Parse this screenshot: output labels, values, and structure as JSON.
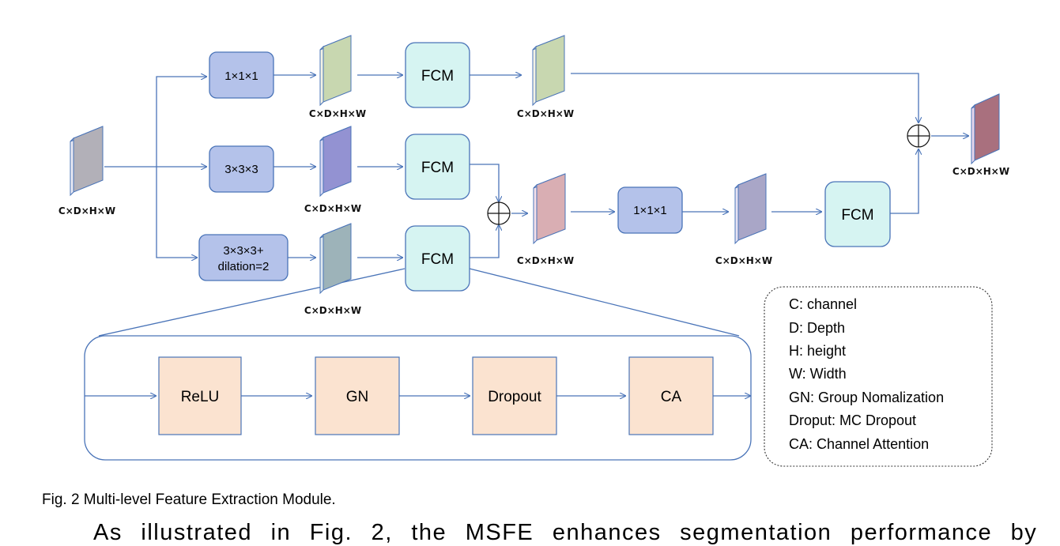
{
  "figure": {
    "input_dim": "C×D×H×W",
    "branches": [
      {
        "conv": "1×1×1",
        "dim": "C×D×H×W",
        "fcm": "FCM",
        "fcm_out_dim": "C×D×H×W"
      },
      {
        "conv": "3×3×3",
        "dim": "C×D×H×W",
        "fcm": "FCM"
      },
      {
        "conv_line1": "3×3×3+",
        "conv_line2": "dilation=2",
        "dim": "C×D×H×W",
        "fcm": "FCM"
      }
    ],
    "merge": {
      "sum_dim": "C×D×H×W",
      "conv": "1×1×1",
      "conv_dim": "C×D×H×W",
      "fcm": "FCM"
    },
    "output_dim": "C×D×H×W",
    "fcm_detail": [
      "ReLU",
      "GN",
      "Dropout",
      "CA"
    ],
    "legend": [
      "C: channel",
      "D: Depth",
      "H: height",
      "W: Width",
      "GN: Group Nomalization",
      "Droput: MC Dropout",
      "CA: Channel Attention"
    ]
  },
  "caption": "Fig. 2 Multi-level Feature Extraction Module.",
  "body_text": "As illustrated in Fig. 2, the MSFE enhances segmentation performance by",
  "colors": {
    "line": "#4a74b8",
    "conv_fill": "#b4c2ea",
    "conv_stroke": "#4a74b8",
    "fcm_fill": "#d6f4f2",
    "fcm_stroke": "#4a74b8",
    "detail_fill": "#fbe3d0",
    "detail_stroke": "#4a74b8"
  }
}
